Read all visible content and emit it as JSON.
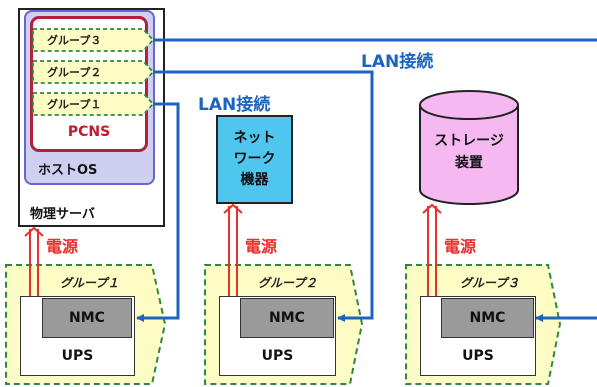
{
  "server": {
    "groups": [
      "グループ３",
      "グループ２",
      "グループ１"
    ],
    "pcns_label": "PCNS",
    "host_os_label": "ホストOS",
    "physical_server_label": "物理サーバ"
  },
  "network_device": {
    "label": "ネット\nワーク\n機器"
  },
  "storage": {
    "label": "ストレージ\n装置"
  },
  "connections": {
    "lan_label_1": "LAN接続",
    "lan_label_2": "LAN接続"
  },
  "power_labels": [
    "電源",
    "電源",
    "電源"
  ],
  "ups_groups": [
    {
      "group": "グループ１",
      "nmc": "NMC",
      "ups": "UPS"
    },
    {
      "group": "グループ２",
      "nmc": "NMC",
      "ups": "UPS"
    },
    {
      "group": "グループ３",
      "nmc": "NMC",
      "ups": "UPS"
    }
  ],
  "colors": {
    "lan_line": "#1c64c0",
    "power": "#e83030",
    "group_fill": "#fdfcc4",
    "group_border": "#2d8a3a",
    "pcns_border": "#b01f3c",
    "host_os_fill": "#cfcff2",
    "network_device_fill": "#4fc6ee",
    "storage_fill": "#f6b8f0"
  }
}
